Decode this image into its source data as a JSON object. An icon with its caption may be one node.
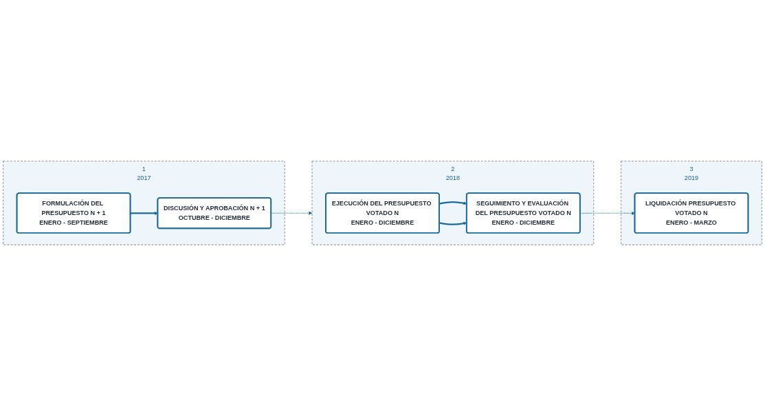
{
  "diagram": {
    "nodes": [
      {
        "text": [
          "1",
          "2017"
        ]
      },
      {
        "text": [
          "FORMULACIÓN DEL PRESUPUESTO N + 1",
          "ENERO - SEPTIEMBRE"
        ],
        "in": 0
      },
      {
        "text": [
          "DISCUSIÓN Y APROBACIÓN N + 1",
          "OCTUBRE - DICIEMBRE"
        ],
        "in": 0
      },
      {
        "text": [
          "2",
          "2018"
        ]
      },
      {
        "text": [
          "EJECUCIÓN DEL PRESUPUESTO VOTADO N",
          "ENERO - DICIEMBRE"
        ],
        "in": 3
      },
      {
        "text": [
          "SEGUIMIENTO Y EVALUACIÓN DEL PRESUPUESTO VOTADO N",
          "ENERO - DICIEMBRE"
        ],
        "in": 3
      },
      {
        "text": [
          "3",
          "2019"
        ]
      },
      {
        "text": [
          "LIQUIDACIÓN PRESUPUESTO VOTADO N",
          "ENERO - MARZO"
        ],
        "in": 6
      }
    ],
    "edges": [
      {
        "from": 1,
        "to": 2,
        "arrow": "to"
      },
      {
        "from": 2,
        "to": 3,
        "arrow": "to",
        "style": "dashed"
      },
      {
        "from": 4,
        "to": 5,
        "arrow": "to"
      },
      {
        "from": 4,
        "to": 5,
        "arrow": "to"
      },
      {
        "from": 5,
        "to": 7,
        "arrow": "to",
        "style": "dashed"
      }
    ]
  }
}
